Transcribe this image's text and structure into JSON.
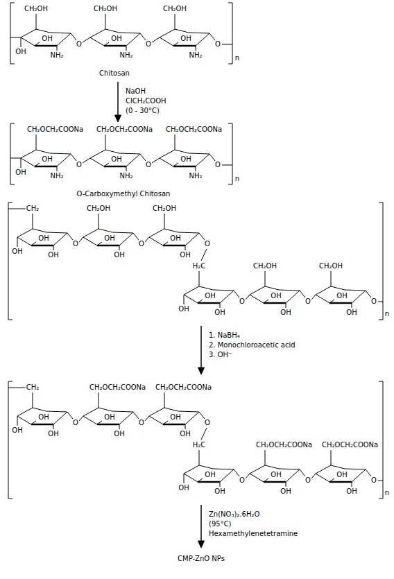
{
  "diagram": {
    "labels": [
      "CH₂OH",
      "OH",
      "OH",
      "NH₂",
      "O",
      "CH₂OH",
      "OH",
      "NH₂",
      "O",
      "CH₂OH",
      "OH",
      "NH₂",
      "O",
      "n",
      "Chitosan",
      "NaOH",
      "ClCH₂COOH",
      "(0 - 30°C)",
      "CH₂OCH₂COONa",
      "OH",
      "OH",
      "NH₂",
      "O",
      "CH₂OCH₂COONa",
      "OH",
      "NH₂",
      "O",
      "CH₂OCH₂COONa",
      "OH",
      "NH₂",
      "O",
      "n",
      "O-Carboxymethyl Chitosan",
      "CH₂",
      "OH",
      "OH",
      "OH",
      "O",
      "CH₂OH",
      "OH",
      "OH",
      "O",
      "CH₂OH",
      "OH",
      "OH",
      "O",
      "H₂C",
      "OH",
      "OH",
      "OH",
      "O",
      "CH₂OH",
      "OH",
      "OH",
      "O",
      "CH₂OH",
      "OH",
      "OH",
      "O",
      "n",
      "1. NaBH₄",
      "2. Monochloroacetic acid",
      "3. OH⁻",
      "CH₂",
      "OH",
      "OH",
      "OH",
      "O",
      "CH₂OCH₂COONa",
      "OH",
      "OH",
      "O",
      "CH₂OCH₂COONa",
      "OH",
      "OH",
      "O",
      "H₂C",
      "OH",
      "OH",
      "OH",
      "O",
      "CH₂OCH₂COONa",
      "OH",
      "OH",
      "O",
      "CH₂OCH₂COONa",
      "OH",
      "OH",
      "O",
      "n",
      "Zn(NO₃)₂.6H₂O",
      "(95°C)",
      "Hexamethylenetetramine",
      "CMP-ZnO NPs"
    ]
  }
}
